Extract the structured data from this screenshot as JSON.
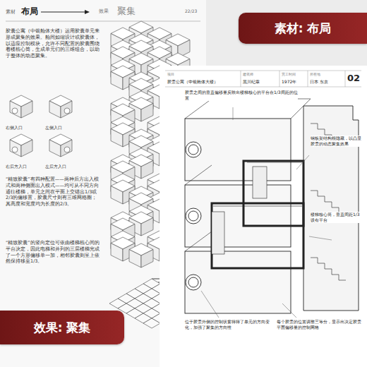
{
  "diagram": {
    "nodes": [
      {
        "text": [
          "素材: 布局"
        ]
      },
      {
        "text": [
          "效果: 聚集"
        ]
      }
    ],
    "labels": [
      "素材",
      "布局",
      "效果",
      "聚集",
      "22/23",
      "胶囊公寓（中银舱体大楼）运用胶囊单元来形成聚集的效果。舱间如缩设计或胶囊体，以适应控制模块，允许不同配置的胶囊围绕着楼核心筒，生成单元们的三维组合，以助于整体的动态聚集。",
      "右侧入口",
      "左侧入口",
      "右后方入口",
      "左后方入口",
      "“精致胶囊”有四种配置——两种后方出入模式和两种侧面出入模式——均可从不同方向通往楼梯，单元之间在平面上交错出1/3或2/3的偏移置，胶囊尺寸则有三维网格圈；其高度和宽度均为长度的2/3。",
      "“精致胶囊”的竖向定位可依由楼梯核心间的平台决定，因此电梯和并列的三层楼梯完成了一个方形偏移单一加，相邻胶囊则呈上依然保持移至1/3。",
      "项目",
      "胶囊公寓（中银舱体大楼）",
      "建筑师",
      "黑川纪章",
      "完工时间",
      "1972年",
      "所在地",
      "日本 东京",
      "02",
      "胶囊之间的垂直偏移量反映出楼梯核心的平台在1/3间距的位置",
      "钢板架结构根隐藏，以凸显胶囊的动态聚集效果",
      "楼梯核心筒，垂直间距1/3设有平台",
      "位于胶囊外侧的控制状窗得得了单元的方向变化，加强了聚集的方向性",
      "每个胶囊的位置调整三等分，显示出决定胶囊平面偏移量的控制网格"
    ]
  }
}
